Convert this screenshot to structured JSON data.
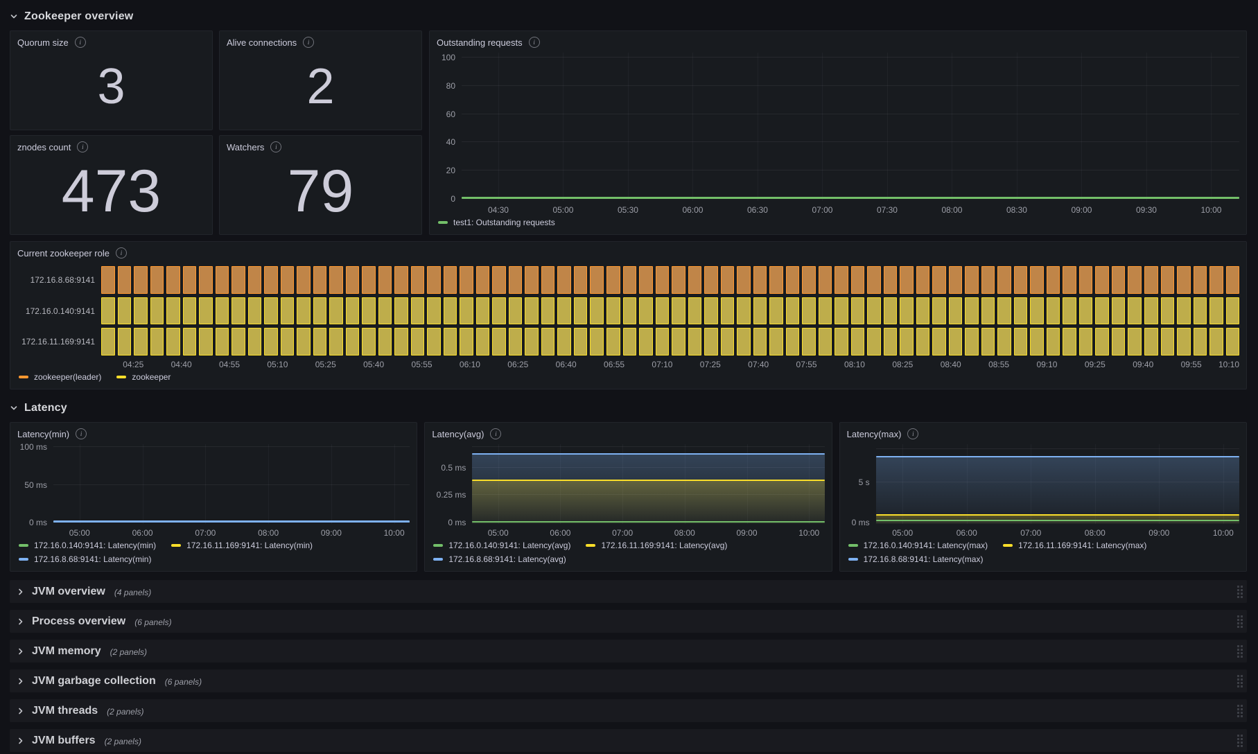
{
  "colors": {
    "green": "#73BF69",
    "yellow": "#FADE2A",
    "blue": "#7EB1F2",
    "orange": "#FF9830",
    "panel_bg": "#181b1f",
    "page_bg": "#111217"
  },
  "sections": [
    {
      "title": "Zookeeper overview"
    },
    {
      "title": "Latency"
    }
  ],
  "stats": [
    {
      "title": "Quorum size",
      "value": "3"
    },
    {
      "title": "Alive connections",
      "value": "2"
    },
    {
      "title": "znodes count",
      "value": "473"
    },
    {
      "title": "Watchers",
      "value": "79"
    }
  ],
  "panels": {
    "outstanding": {
      "title": "Outstanding requests"
    },
    "role": {
      "title": "Current zookeeper role"
    },
    "latency_min": {
      "title": "Latency(min)"
    },
    "latency_avg": {
      "title": "Latency(avg)"
    },
    "latency_max": {
      "title": "Latency(max)"
    }
  },
  "collapsed_rows": [
    {
      "label": "JVM overview",
      "count": "(4 panels)"
    },
    {
      "label": "Process overview",
      "count": "(6 panels)"
    },
    {
      "label": "JVM memory",
      "count": "(2 panels)"
    },
    {
      "label": "JVM garbage collection",
      "count": "(6 panels)"
    },
    {
      "label": "JVM threads",
      "count": "(2 panels)"
    },
    {
      "label": "JVM buffers",
      "count": "(2 panels)"
    }
  ],
  "chart_data": [
    {
      "type": "line",
      "title": "Outstanding requests",
      "y_width": 36,
      "x_start": "04:13",
      "x_end": "10:13",
      "x_ticks": [
        "04:30",
        "05:00",
        "05:30",
        "06:00",
        "06:30",
        "07:00",
        "07:30",
        "08:00",
        "08:30",
        "09:00",
        "09:30",
        "10:00"
      ],
      "y_ticks": [
        {
          "label": "0",
          "value": 0,
          "pos": 0.02
        },
        {
          "label": "20",
          "value": 20,
          "pos": 0.21
        },
        {
          "label": "40",
          "value": 40,
          "pos": 0.4
        },
        {
          "label": "60",
          "value": 60,
          "pos": 0.59
        },
        {
          "label": "80",
          "value": 80,
          "pos": 0.78
        },
        {
          "label": "100",
          "value": 100,
          "pos": 0.97
        }
      ],
      "ylim": [
        0,
        100
      ],
      "series": [
        {
          "name": "test1: Outstanding requests",
          "color": "green",
          "value": "0",
          "pos": 0.02,
          "lw": 3,
          "fill": false
        }
      ],
      "legend_rows": [
        [
          {
            "color": "green",
            "label": "test1: Outstanding requests"
          }
        ]
      ]
    },
    {
      "type": "state-timeline",
      "title": "Current zookeeper role",
      "label_width": 112,
      "bar_count": 70,
      "x_start": "04:15",
      "x_end": "10:10",
      "x_ticks": [
        "04:25",
        "04:40",
        "04:55",
        "05:10",
        "05:25",
        "05:40",
        "05:55",
        "06:10",
        "06:25",
        "06:40",
        "06:55",
        "07:10",
        "07:25",
        "07:40",
        "07:55",
        "08:10",
        "08:25",
        "08:40",
        "08:55",
        "09:10",
        "09:25",
        "09:40",
        "09:55",
        "10:10"
      ],
      "states": {
        "leader": {
          "label": "zookeeper(leader)",
          "fill": "#C08548",
          "border": "#FF9830"
        },
        "follower": {
          "label": "zookeeper",
          "fill": "#BEAD4B",
          "border": "#FADE2A"
        }
      },
      "rows": [
        {
          "label": "172.16.8.68:9141",
          "state": "leader"
        },
        {
          "label": "172.16.0.140:9141",
          "state": "follower"
        },
        {
          "label": "172.16.11.169:9141",
          "state": "follower"
        }
      ],
      "legend_rows": [
        [
          {
            "color": "orange",
            "label": "zookeeper(leader)"
          },
          {
            "color": "yellow",
            "label": "zookeeper"
          }
        ]
      ]
    },
    {
      "type": "line",
      "title": "Latency(min)",
      "y_width": 52,
      "x_start": "04:35",
      "x_end": "10:15",
      "x_ticks": [
        "05:00",
        "06:00",
        "07:00",
        "08:00",
        "09:00",
        "10:00"
      ],
      "y_ticks": [
        {
          "label": "0 ms",
          "value": 0,
          "pos": 0.03
        },
        {
          "label": "50 ms",
          "value": 50,
          "pos": 0.5
        },
        {
          "label": "100 ms",
          "value": 100,
          "pos": 0.97
        }
      ],
      "ylim": [
        0,
        100
      ],
      "series": [
        {
          "name": "172.16.0.140:9141: Latency(min)",
          "color": "green",
          "value": "0 ms",
          "pos": 0.03,
          "fill": false
        },
        {
          "name": "172.16.11.169:9141: Latency(min)",
          "color": "yellow",
          "value": "0 ms",
          "pos": 0.03,
          "fill": false
        },
        {
          "name": "172.16.8.68:9141: Latency(min)",
          "color": "blue",
          "value": "0 ms",
          "pos": 0.03,
          "lw": 3,
          "fill": false
        }
      ],
      "legend_rows": [
        [
          {
            "color": "green",
            "label": "172.16.0.140:9141: Latency(min)"
          },
          {
            "color": "yellow",
            "label": "172.16.11.169:9141: Latency(min)"
          }
        ],
        [
          {
            "color": "blue",
            "label": "172.16.8.68:9141: Latency(min)"
          }
        ]
      ]
    },
    {
      "type": "line",
      "title": "Latency(avg)",
      "y_width": 58,
      "x_start": "04:35",
      "x_end": "10:15",
      "x_ticks": [
        "05:00",
        "06:00",
        "07:00",
        "08:00",
        "09:00",
        "10:00"
      ],
      "y_ticks": [
        {
          "label": "0 ms",
          "value": 0,
          "pos": 0.03
        },
        {
          "label": "0.25 ms",
          "value": 0.25,
          "pos": 0.37
        },
        {
          "label": "0.5 ms",
          "value": 0.5,
          "pos": 0.71
        },
        {
          "label": "",
          "pos": 0.97
        }
      ],
      "ylim": [
        0,
        0.69
      ],
      "series": [
        {
          "name": "172.16.0.140:9141: Latency(avg)",
          "color": "green",
          "value": "0 ms",
          "pos": 0.03,
          "fill": false
        },
        {
          "name": "172.16.11.169:9141: Latency(avg)",
          "color": "yellow",
          "value": "0.39 ms",
          "pos": 0.55,
          "fill": true
        },
        {
          "name": "172.16.8.68:9141: Latency(avg)",
          "color": "blue",
          "value": "0.62 ms",
          "pos": 0.875,
          "fill": true
        }
      ],
      "legend_rows": [
        [
          {
            "color": "green",
            "label": "172.16.0.140:9141: Latency(avg)"
          },
          {
            "color": "yellow",
            "label": "172.16.11.169:9141: Latency(avg)"
          }
        ],
        [
          {
            "color": "blue",
            "label": "172.16.8.68:9141: Latency(avg)"
          }
        ]
      ]
    },
    {
      "type": "line",
      "title": "Latency(max)",
      "y_width": 42,
      "x_start": "04:35",
      "x_end": "10:15",
      "x_ticks": [
        "05:00",
        "06:00",
        "07:00",
        "08:00",
        "09:00",
        "10:00"
      ],
      "y_ticks": [
        {
          "label": "0 ms",
          "value": 0,
          "pos": 0.03
        },
        {
          "label": "5 s",
          "value": 5,
          "pos": 0.53
        },
        {
          "label": "",
          "pos": 0.95
        }
      ],
      "ylim": [
        0,
        9.5
      ],
      "series": [
        {
          "name": "172.16.0.140:9141: Latency(max)",
          "color": "green",
          "value": "0.05 s",
          "pos": 0.04,
          "fill": false
        },
        {
          "name": "172.16.11.169:9141: Latency(max)",
          "color": "yellow",
          "value": "0.8 s",
          "pos": 0.11,
          "fill": true
        },
        {
          "name": "172.16.8.68:9141: Latency(max)",
          "color": "blue",
          "value": "7.9 s",
          "pos": 0.845,
          "fill": true
        }
      ],
      "legend_rows": [
        [
          {
            "color": "green",
            "label": "172.16.0.140:9141: Latency(max)"
          },
          {
            "color": "yellow",
            "label": "172.16.11.169:9141: Latency(max)"
          }
        ],
        [
          {
            "color": "blue",
            "label": "172.16.8.68:9141: Latency(max)"
          }
        ]
      ]
    }
  ]
}
